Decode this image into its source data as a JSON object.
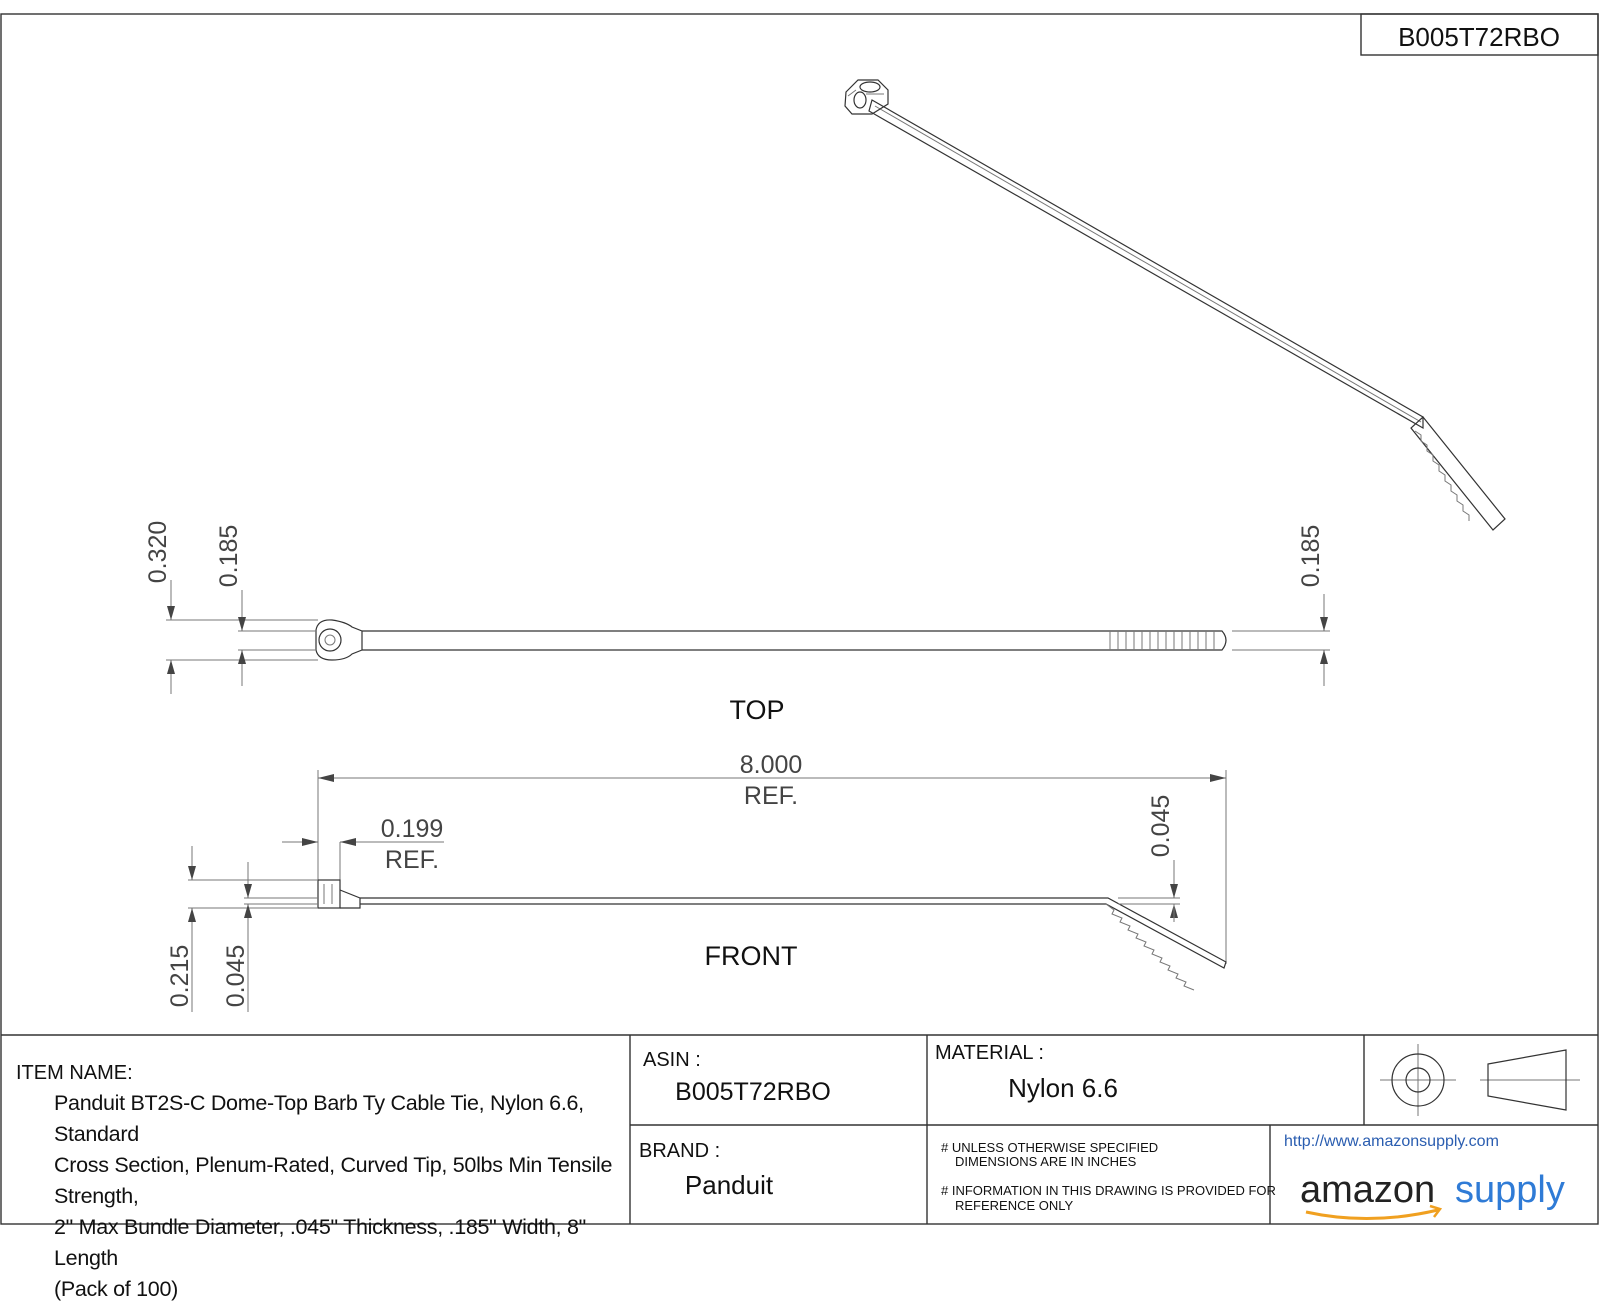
{
  "header": {
    "asin_box": "B005T72RBO"
  },
  "views": {
    "top_label": "TOP",
    "front_label": "FRONT"
  },
  "dimensions": {
    "top_overall_height": "0.320",
    "top_head_width": "0.185",
    "top_tail_width": "0.185",
    "length": "8.000",
    "length_ref": "REF.",
    "head_offset": "0.199",
    "head_offset_ref": "REF.",
    "tail_thickness": "0.045",
    "front_head_height": "0.215",
    "front_strap_thickness": "0.045"
  },
  "title_block": {
    "item_name_label": "ITEM NAME:",
    "item_name_lines": [
      "Panduit BT2S-C Dome-Top Barb Ty Cable Tie, Nylon 6.6, Standard",
      "Cross Section, Plenum-Rated, Curved Tip, 50lbs Min Tensile Strength,",
      "2\" Max Bundle Diameter, .045\" Thickness, .185\" Width, 8\" Length",
      "(Pack of 100)"
    ],
    "asin_label": "ASIN :",
    "asin_value": "B005T72RBO",
    "brand_label": "BRAND :",
    "brand_value": "Panduit",
    "material_label": "MATERIAL :",
    "material_value": "Nylon 6.6",
    "note_1_line_1": "# UNLESS OTHERWISE SPECIFIED",
    "note_1_line_2": "DIMENSIONS ARE IN INCHES",
    "note_2_line_1": "# INFORMATION IN THIS DRAWING IS PROVIDED FOR",
    "note_2_line_2": "REFERENCE ONLY",
    "url": "http://www.amazonsupply.com",
    "logo_text_1": "amazon",
    "logo_text_2": "supply"
  }
}
